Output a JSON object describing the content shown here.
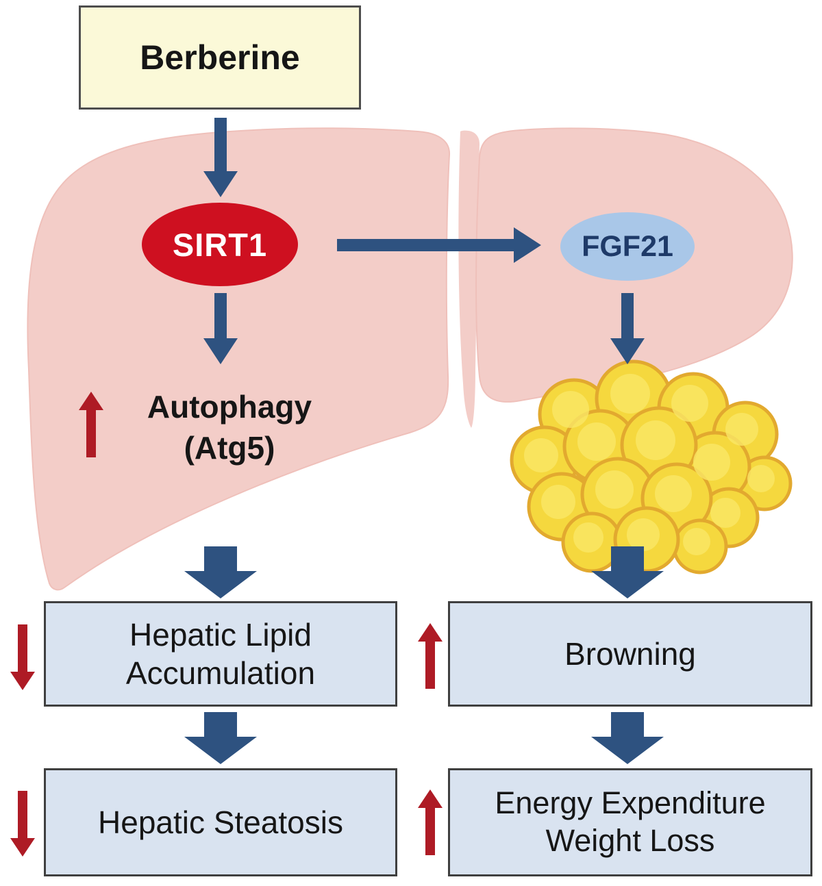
{
  "nodes": {
    "berberine": {
      "label": "Berberine"
    },
    "sirt1": {
      "label": "SIRT1"
    },
    "fgf21": {
      "label": "FGF21"
    },
    "autophagy": {
      "line1": "Autophagy",
      "line2": "(Atg5)"
    },
    "hepatic_lipid": {
      "line1": "Hepatic Lipid",
      "line2": "Accumulation"
    },
    "hepatic_steatosis": {
      "label": "Hepatic Steatosis"
    },
    "browning": {
      "label": "Browning"
    },
    "energy": {
      "line1": "Energy Expenditure",
      "line2": "Weight Loss"
    }
  },
  "icons": {
    "liver": "liver-icon",
    "adipocytes": "adipocyte-cluster-icon",
    "flow_arrows": "navy-arrow-icon",
    "increase_marker": "red-up-arrow-icon",
    "decrease_marker": "red-down-arrow-icon"
  },
  "colors": {
    "liver_pink": "#F3CDC8",
    "sirt1_red": "#CE1020",
    "fgf21_blue": "#A9C7E8",
    "fgf21_text": "#1E3A68",
    "arrow_navy": "#2E5280",
    "arrow_red": "#AE1B25",
    "box_fill": "#D9E3F0",
    "box_border": "#3F3F3F",
    "berberine_fill": "#FBF9D8",
    "adipocyte_yellow": "#F5D83E",
    "adipocyte_outline": "#E2A92F"
  }
}
